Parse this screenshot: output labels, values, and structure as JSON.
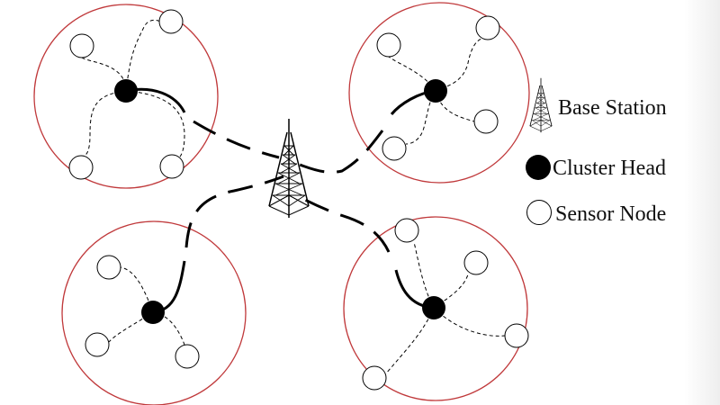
{
  "legend": {
    "base_station": "Base Station",
    "cluster_head": "Cluster Head",
    "sensor_node": "Sensor Node"
  },
  "colors": {
    "cluster_boundary": "#c0393b",
    "cluster_head": "#000000",
    "sensor_node": "#ffffff",
    "links": "#000000"
  },
  "clusters": [
    {
      "name": "top-left",
      "sensor_count": 4
    },
    {
      "name": "top-right",
      "sensor_count": 4
    },
    {
      "name": "bottom-left",
      "sensor_count": 3
    },
    {
      "name": "bottom-right",
      "sensor_count": 4
    }
  ]
}
